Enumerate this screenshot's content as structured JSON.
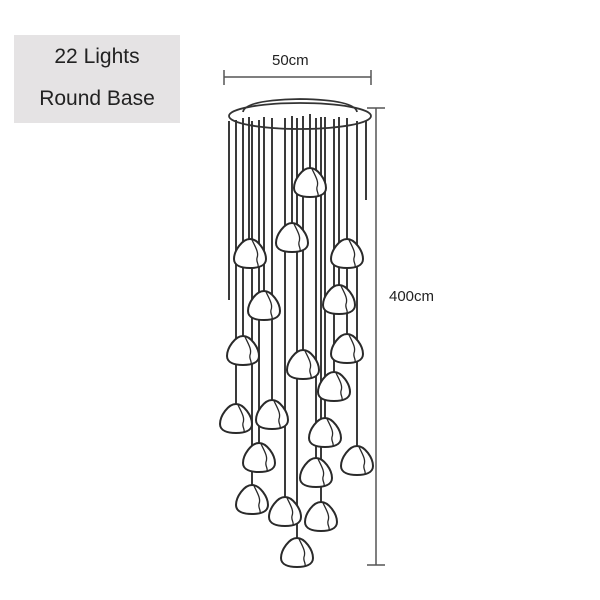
{
  "label": {
    "line1": "22 Lights",
    "line2": "Round Base"
  },
  "dimensions": {
    "width": "50cm",
    "height": "400cm"
  },
  "product": {
    "light_count": 22,
    "base_shape": "round"
  },
  "colors": {
    "line": "#333333",
    "dimension_line": "#555555",
    "label_bg": "#e5e3e4",
    "background": "#ffffff"
  }
}
